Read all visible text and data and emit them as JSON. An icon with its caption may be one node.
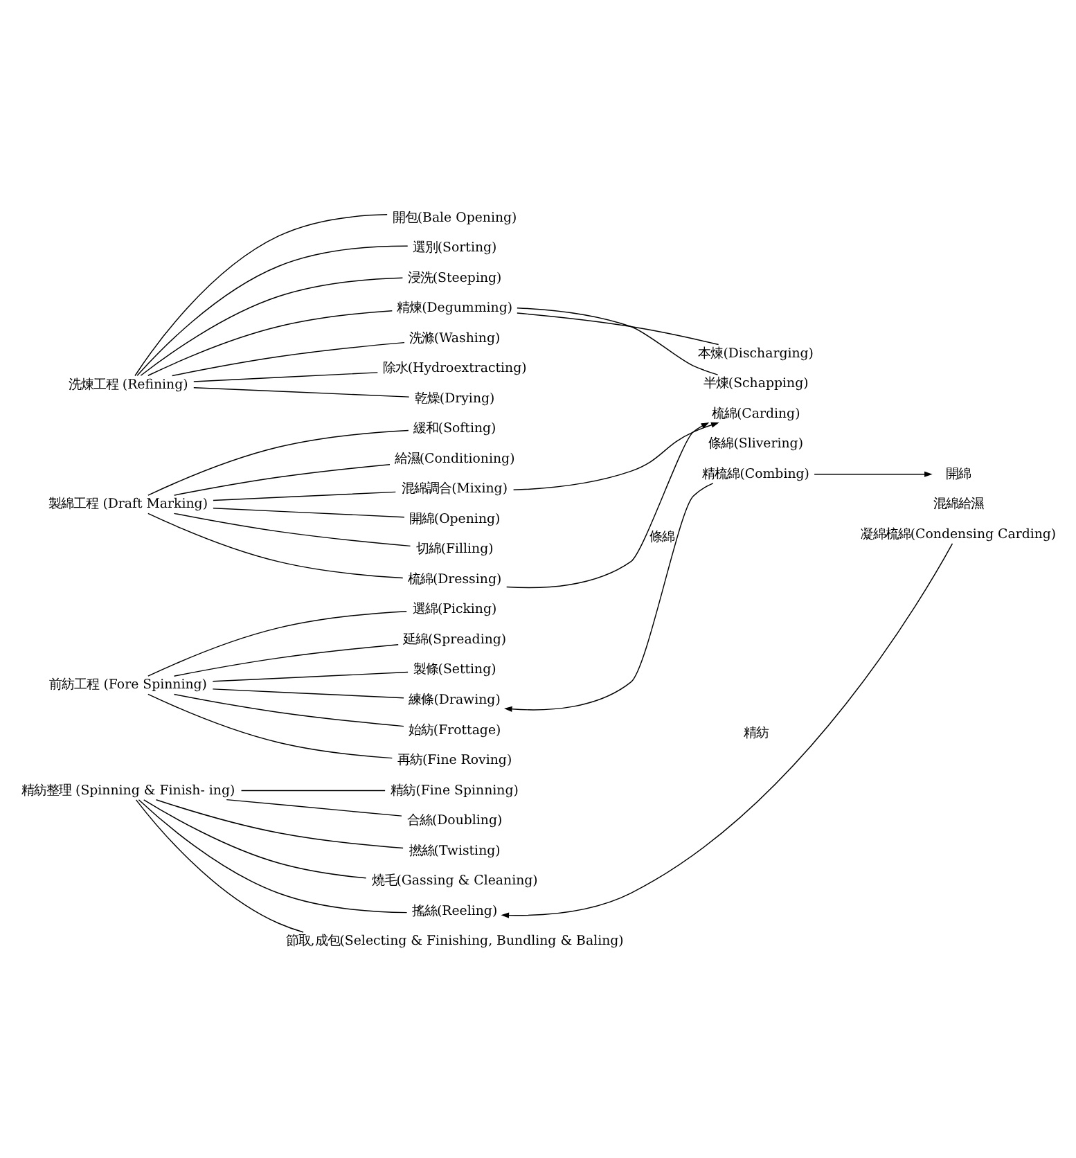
{
  "diagram": {
    "nodes": [
      {
        "text": [
          "洗煉工程 (Refining)"
        ]
      },
      {
        "text": [
          "開包(Bale Opening)"
        ]
      },
      {
        "text": [
          "選別(Sorting)"
        ]
      },
      {
        "text": [
          "浸洗(Steeping)"
        ]
      },
      {
        "text": [
          "精煉(Degumming)"
        ]
      },
      {
        "text": [
          "洗滌(Washing)"
        ]
      },
      {
        "text": [
          "除水(Hydroextracting)"
        ]
      },
      {
        "text": [
          "乾燥(Drying)"
        ]
      },
      {
        "text": [
          "本煉(Discharging)"
        ]
      },
      {
        "text": [
          "半煉(Schapping)"
        ]
      },
      {
        "text": [
          "製綿工程 (Draft Marking)"
        ]
      },
      {
        "text": [
          "緩和(Softing)"
        ]
      },
      {
        "text": [
          "給濕(Conditioning)"
        ]
      },
      {
        "text": [
          "混綿調合(Mixing)"
        ]
      },
      {
        "text": [
          "開綿(Opening)"
        ]
      },
      {
        "text": [
          "切綿(Filling)"
        ]
      },
      {
        "text": [
          "梳綿(Dressing)"
        ]
      },
      {
        "text": [
          "梳綿(Carding)"
        ]
      },
      {
        "text": [
          "條綿(Slivering)"
        ]
      },
      {
        "text": [
          "精梳綿(Combing)"
        ]
      },
      {
        "text": [
          "開綿"
        ]
      },
      {
        "text": [
          "混綿給濕"
        ]
      },
      {
        "text": [
          "凝綿梳綿(Condensing Carding)"
        ]
      },
      {
        "text": [
          "前紡工程 (Fore Spinning)"
        ]
      },
      {
        "text": [
          "選綿(Picking)"
        ]
      },
      {
        "text": [
          "延綿(Spreading)"
        ]
      },
      {
        "text": [
          "製條(Setting)"
        ]
      },
      {
        "text": [
          "練條(Drawing)"
        ]
      },
      {
        "text": [
          "始紡(Frottage)"
        ]
      },
      {
        "text": [
          "再紡(Fine Roving)"
        ]
      },
      {
        "text": [
          "精紡整理 (Spinning & Finish- ing)"
        ]
      },
      {
        "text": [
          "精紡(Fine Spinning)"
        ]
      },
      {
        "text": [
          "合絲(Doubling)"
        ]
      },
      {
        "text": [
          "撚絲(Twisting)"
        ]
      },
      {
        "text": [
          "燒毛(Gassing & Cleaning)"
        ]
      },
      {
        "text": [
          "搖絲(Reeling)"
        ]
      },
      {
        "text": [
          "節取,成包(Selecting & Finishing, Bundling & Baling)"
        ]
      }
    ],
    "edges": [
      {
        "from": 0,
        "to": 1,
        "arrow": "none"
      },
      {
        "from": 0,
        "to": 2,
        "arrow": "none"
      },
      {
        "from": 0,
        "to": 3,
        "arrow": "none"
      },
      {
        "from": 0,
        "to": 4,
        "arrow": "none"
      },
      {
        "from": 0,
        "to": 5,
        "arrow": "none"
      },
      {
        "from": 0,
        "to": 6,
        "arrow": "none"
      },
      {
        "from": 0,
        "to": 7,
        "arrow": "none"
      },
      {
        "from": 4,
        "to": 8,
        "arrow": "none"
      },
      {
        "from": 4,
        "to": 9,
        "arrow": "none"
      },
      {
        "from": 10,
        "to": 11,
        "arrow": "none"
      },
      {
        "from": 10,
        "to": 12,
        "arrow": "none"
      },
      {
        "from": 10,
        "to": 13,
        "arrow": "none"
      },
      {
        "from": 10,
        "to": 14,
        "arrow": "none"
      },
      {
        "from": 10,
        "to": 15,
        "arrow": "none"
      },
      {
        "from": 10,
        "to": 16,
        "arrow": "none"
      },
      {
        "from": 13,
        "to": 17,
        "arrow": "to"
      },
      {
        "from": 16,
        "to": 17,
        "arrow": "to"
      },
      {
        "from": 19,
        "to": 20,
        "arrow": "to"
      },
      {
        "from": 19,
        "to": 27,
        "label": "條綿",
        "arrow": "to"
      },
      {
        "from": 23,
        "to": 24,
        "arrow": "none"
      },
      {
        "from": 23,
        "to": 25,
        "arrow": "none"
      },
      {
        "from": 23,
        "to": 26,
        "arrow": "none"
      },
      {
        "from": 23,
        "to": 27,
        "arrow": "none"
      },
      {
        "from": 23,
        "to": 28,
        "arrow": "none"
      },
      {
        "from": 23,
        "to": 29,
        "arrow": "none"
      },
      {
        "from": 22,
        "to": 35,
        "label": "精紡",
        "arrow": "to"
      },
      {
        "from": 30,
        "to": 31,
        "arrow": "none"
      },
      {
        "from": 30,
        "to": 32,
        "arrow": "none"
      },
      {
        "from": 30,
        "to": 33,
        "arrow": "none"
      },
      {
        "from": 30,
        "to": 34,
        "arrow": "none"
      },
      {
        "from": 30,
        "to": 35,
        "arrow": "none"
      },
      {
        "from": 30,
        "to": 36,
        "arrow": "none"
      }
    ]
  }
}
